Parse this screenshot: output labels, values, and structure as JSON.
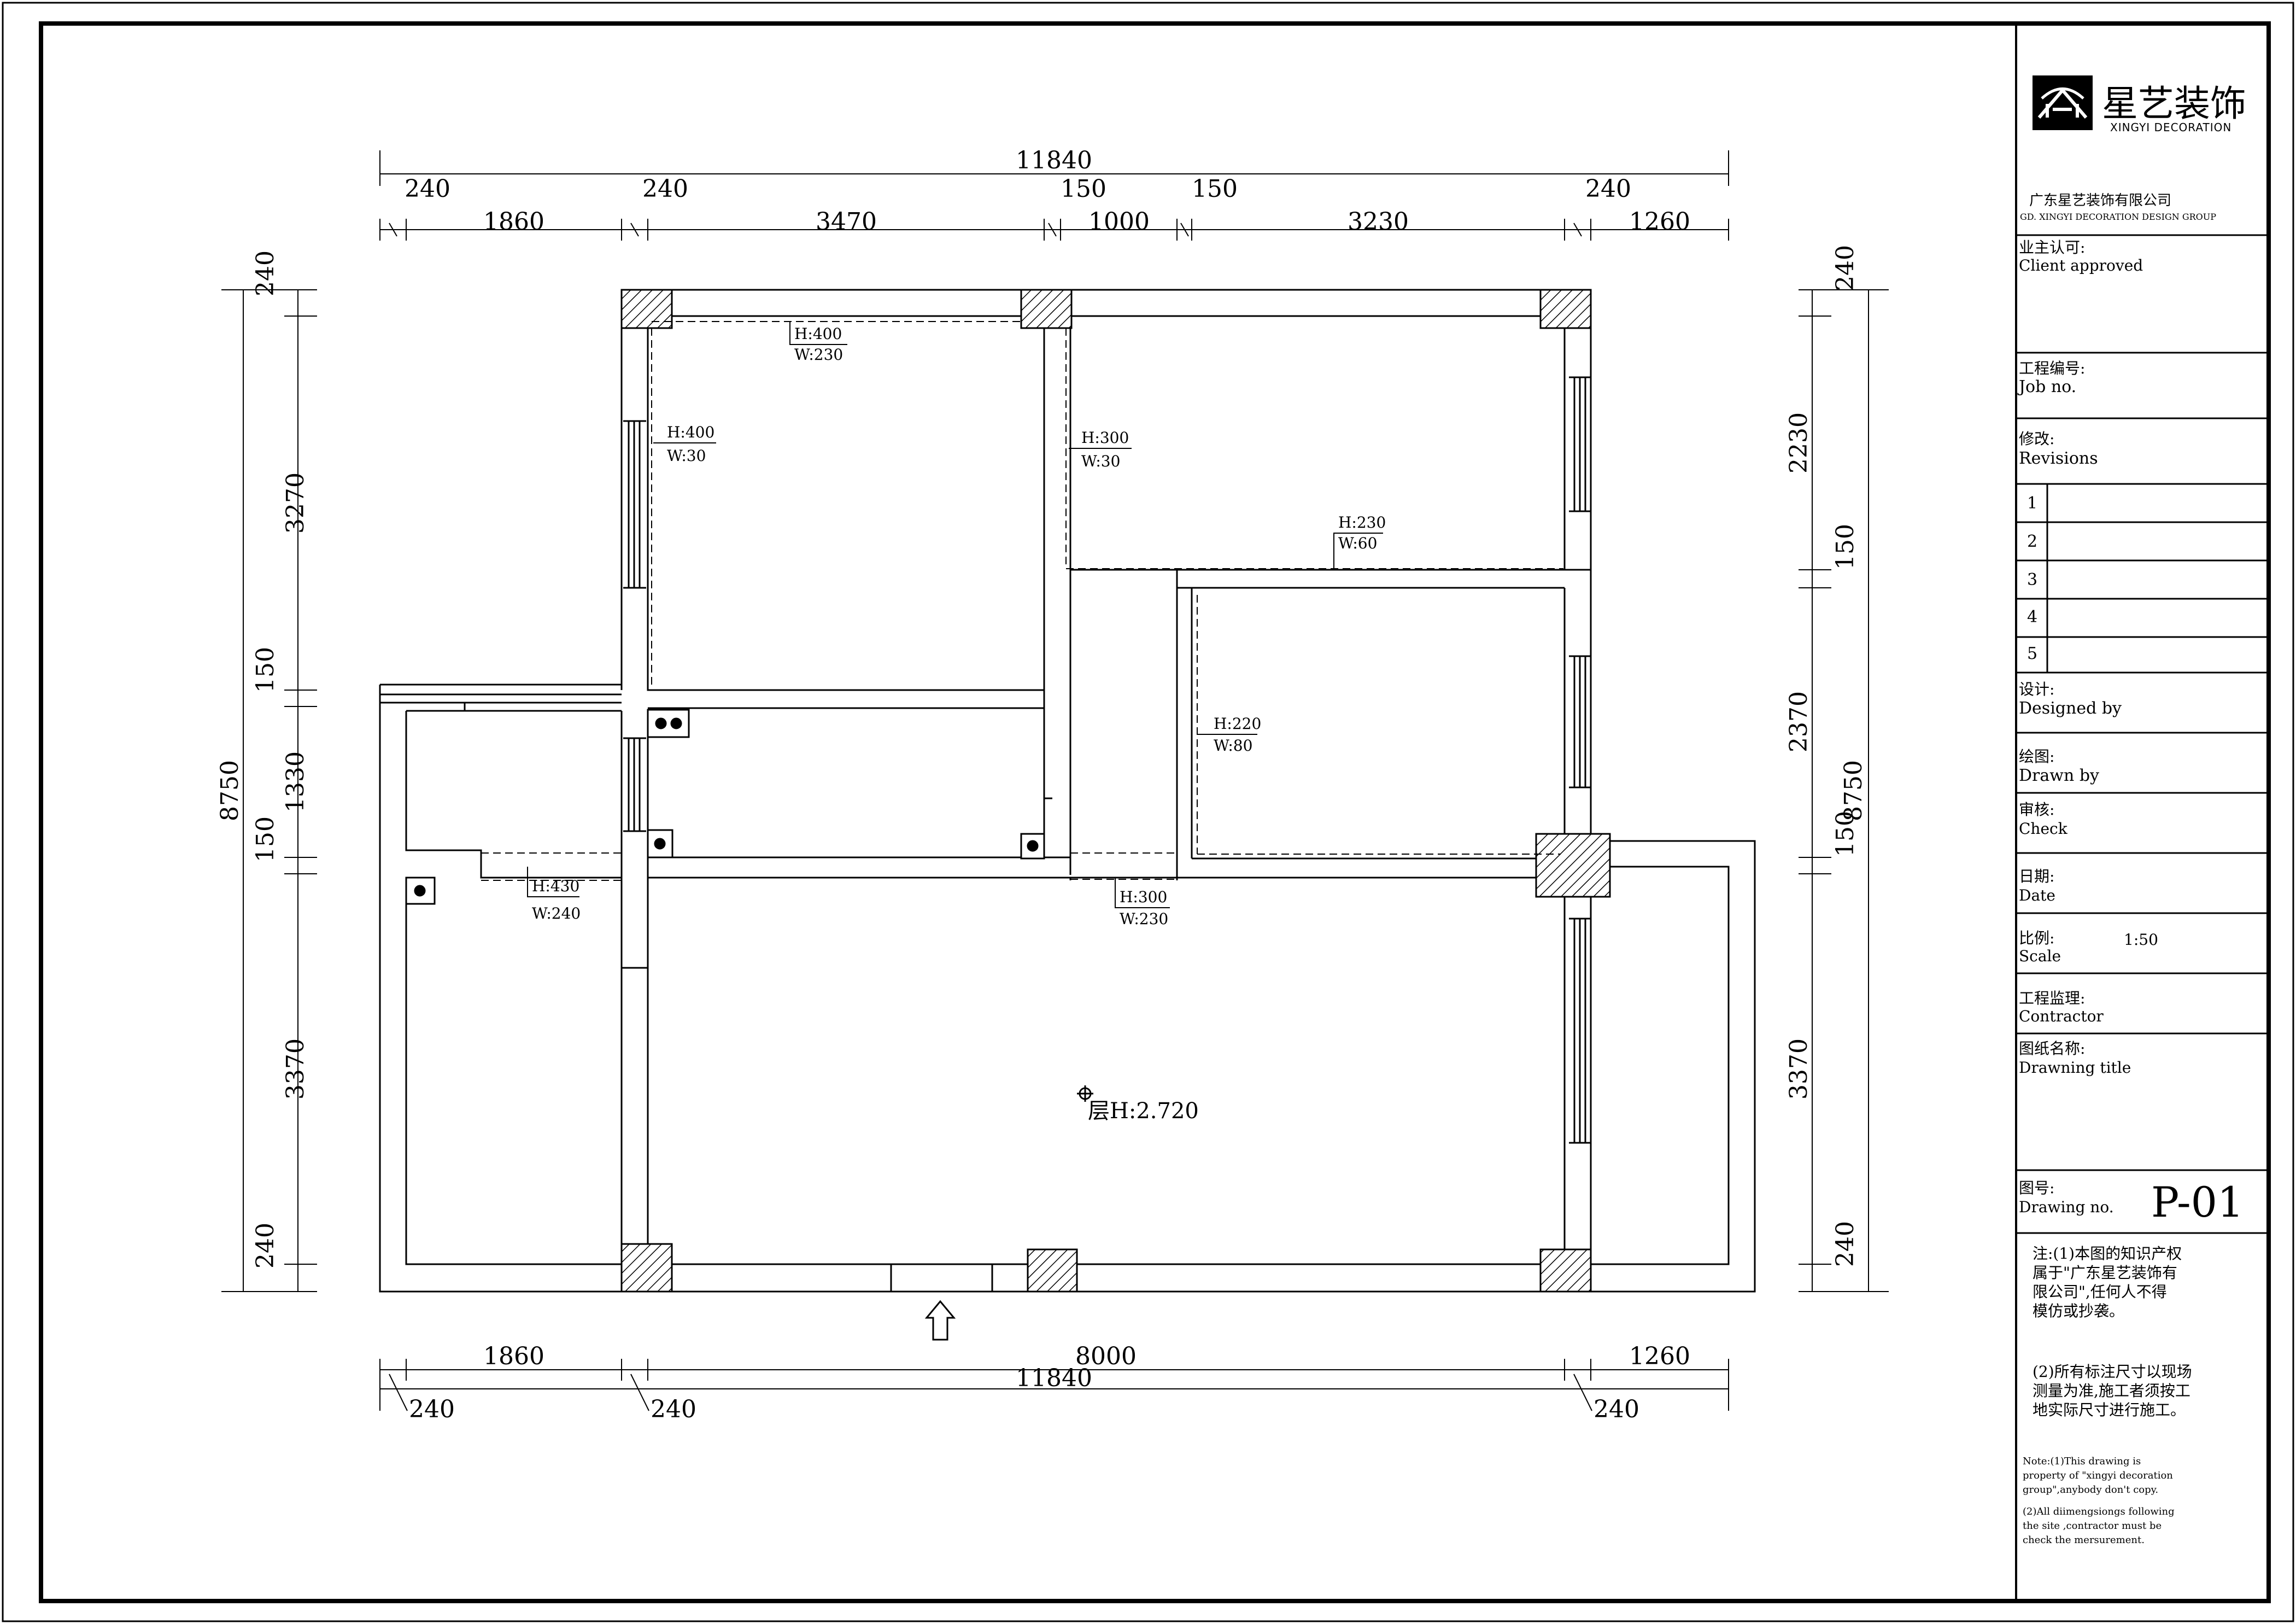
{
  "logo": {
    "cn_name": "星艺装饰",
    "en_name": "XINGYI DECORATION"
  },
  "company": {
    "cn": "广东星艺装饰有限公司",
    "en": "GD. XINGYI DECORATION DESIGN GROUP"
  },
  "title_block": {
    "client_cn": "业主认可:",
    "client_en": "Client approved",
    "job_cn": "工程编号:",
    "job_en": "Job no.",
    "rev_cn": "修改:",
    "rev_en": "Revisions",
    "rev_rows": [
      "1",
      "2",
      "3",
      "4",
      "5"
    ],
    "design_cn": "设计:",
    "design_en": "Designed by",
    "drawn_cn": "绘图:",
    "drawn_en": "Drawn by",
    "check_cn": "审核:",
    "check_en": "Check",
    "date_cn": "日期:",
    "date_en": "Date",
    "scale_cn": "比例:",
    "scale_en": "Scale",
    "scale_value": "1:50",
    "contractor_cn": "工程监理:",
    "contractor_en": "Contractor",
    "title_cn": "图纸名称:",
    "title_en": "Drawning title",
    "drawing_cn": "图号:",
    "drawing_en": "Drawing no.",
    "drawing_no": "P-01",
    "note_cn_1a": "注:(1)本图的知识产权",
    "note_cn_1b": "属于\"广东星艺装饰有",
    "note_cn_1c": "限公司\",任何人不得",
    "note_cn_1d": "模仿或抄袭。",
    "note_cn_2a": "(2)所有标注尺寸以现场",
    "note_cn_2b": "测量为准,施工者须按工",
    "note_cn_2c": "地实际尺寸进行施工。",
    "note_en_1a": "Note:(1)This drawing is",
    "note_en_1b": "property of \"xingyi decoration",
    "note_en_1c": "group\",anybody don't copy.",
    "note_en_2a": "(2)All diimengsiongs following",
    "note_en_2b": "the site ,contractor must be",
    "note_en_2c": "check the mersurement."
  },
  "dimensions": {
    "top_total": "11840",
    "top_walls": [
      "240",
      "240",
      "150",
      "150",
      "240"
    ],
    "top_rooms": [
      "1860",
      "3470",
      "1000",
      "3230",
      "1260"
    ],
    "left_total": "8750",
    "left_parts": [
      "240",
      "3270",
      "150",
      "1330",
      "150",
      "3370",
      "240"
    ],
    "right_total": "8750",
    "right_parts": [
      "240",
      "2230",
      "150",
      "2370",
      "150",
      "3370",
      "240"
    ],
    "bottom_total": "11840",
    "bottom_rooms": [
      "1860",
      "8000",
      "1260"
    ],
    "bottom_walls": [
      "240",
      "240",
      "240"
    ]
  },
  "annotations": {
    "beam1_h": "H:400",
    "beam1_w": "W:230",
    "beam2_h": "H:400",
    "beam2_w": "W:30",
    "beam3_h": "H:300",
    "beam3_w": "W:30",
    "beam4_h": "H:230",
    "beam4_w": "W:60",
    "beam5_h": "H:220",
    "beam5_w": "W:80",
    "beam6_h": "H:430",
    "beam6_w": "W:240",
    "beam7_h": "H:300",
    "beam7_w": "W:230",
    "floor_height": "层H:2.720"
  }
}
